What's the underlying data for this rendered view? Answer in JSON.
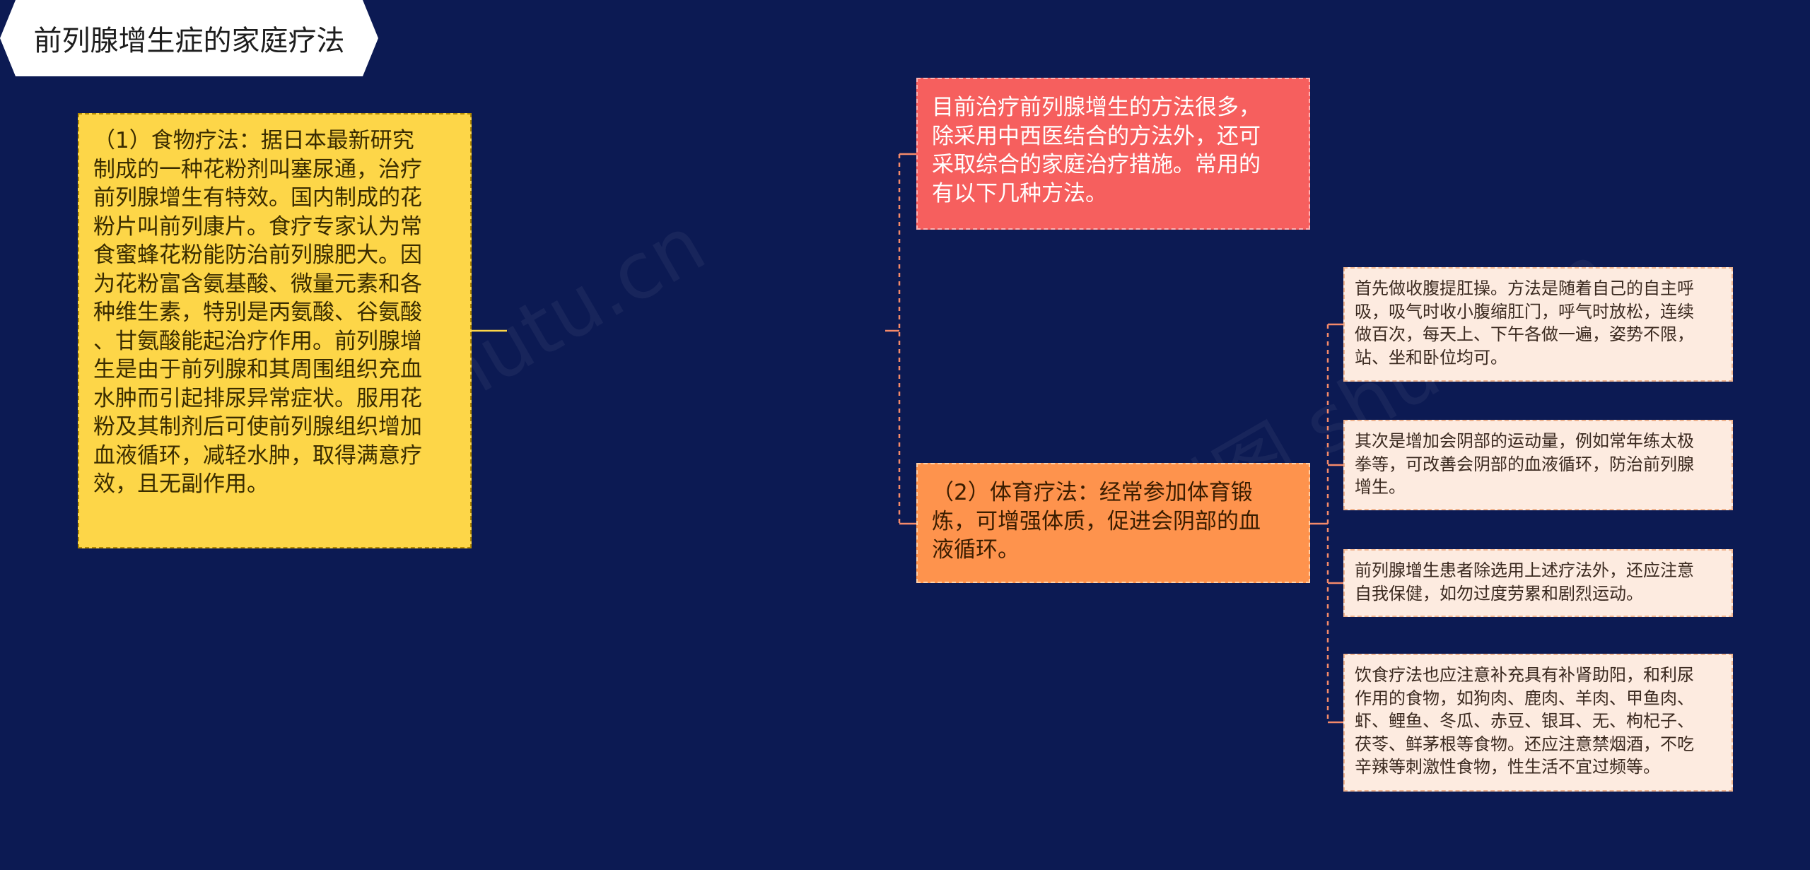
{
  "diagram": {
    "root": {
      "label": "前列腺增生症的家庭疗法"
    },
    "left_branches": [
      {
        "id": "food",
        "text": "（1）食物疗法：据日本最新研究\n制成的一种花粉剂叫塞尿通，治疗\n前列腺增生有特效。国内制成的花\n粉片叫前列康片。食疗专家认为常\n食蜜蜂花粉能防治前列腺肥大。因\n为花粉富含氨基酸、微量元素和各\n种维生素，特别是丙氨酸、谷氨酸\n、甘氨酸能起治疗作用。前列腺增\n生是由于前列腺和其周围组织充血\n水肿而引起排尿异常症状。服用花\n粉及其制剂后可使前列腺组织增加\n血液循环，减轻水肿，取得满意疗\n效，且无副作用。"
      }
    ],
    "right_branches": [
      {
        "id": "intro",
        "text": "目前治疗前列腺增生的方法很多，\n除采用中西医结合的方法外，还可\n采取综合的家庭治疗措施。常用的\n有以下几种方法。"
      },
      {
        "id": "exercise",
        "text": "（2）体育疗法：经常参加体育锻\n炼，可增强体质，促进会阴部的血\n液循环。",
        "children": [
          {
            "id": "leaf1",
            "text": "首先做收腹提肛操。方法是随着自己的自主呼\n吸，吸气时收小腹缩肛门，呼气时放松，连续\n做百次，每天上、下午各做一遍，姿势不限，\n站、坐和卧位均可。"
          },
          {
            "id": "leaf2",
            "text": "其次是增加会阴部的运动量，例如常年练太极\n拳等，可改善会阴部的血液循环，防治前列腺\n增生。"
          },
          {
            "id": "leaf3",
            "text": "前列腺增生患者除选用上述疗法外，还应注意\n自我保健，如勿过度劳累和剧烈运动。"
          },
          {
            "id": "leaf4",
            "text": "饮食疗法也应注意补充具有补肾助阳，和利尿\n作用的食物，如狗肉、鹿肉、羊肉、甲鱼肉、\n虾、鲤鱼、冬瓜、赤豆、银耳、无、枸杞子、\n茯苓、鲜茅根等食物。还应注意禁烟酒，不吃\n辛辣等刺激性食物，性生活不宜过频等。"
          }
        ]
      }
    ]
  },
  "watermark": {
    "left": "树图 shutu.cn",
    "right": "树图 shutu.cn"
  },
  "colors": {
    "background": "#0c1a53",
    "root_fill": "#ffffff",
    "food_fill": "#fdd648",
    "intro_fill": "#f65f5e",
    "exercise_fill": "#fe934d",
    "leaf_fill": "#fdebe0",
    "line_left": "#fdd648",
    "line_right": "#f58a6a"
  }
}
